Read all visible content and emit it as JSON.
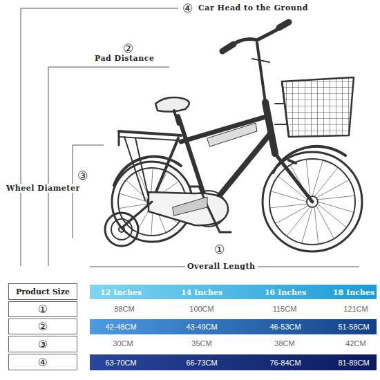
{
  "diagram": {
    "nodes": [
      {
        "text": [
          "Product Size"
        ]
      },
      {
        "text": [
          "12 Inches",
          "14 Inches",
          "16 Inches",
          "18 Inches"
        ]
      },
      {
        "text": [
          "①"
        ]
      },
      {
        "text": [
          "②"
        ]
      },
      {
        "text": [
          "42-48CM",
          "43-49CM",
          "46-53CM",
          "51-58CM"
        ]
      },
      {
        "text": [
          "③"
        ]
      },
      {
        "text": [
          "④"
        ]
      },
      {
        "text": [
          "63-70CM",
          "66-73CM",
          "76-84CM",
          "81-89CM"
        ]
      }
    ],
    "labels": [
      "④",
      "Car Head to the Ground",
      "②",
      "Pad Distance",
      "③",
      "Wheel Diameter",
      "①",
      "Overall Length",
      "88CM",
      "100CM",
      "115CM",
      "121CM",
      "30CM",
      "35CM",
      "38CM",
      "42CM"
    ]
  }
}
